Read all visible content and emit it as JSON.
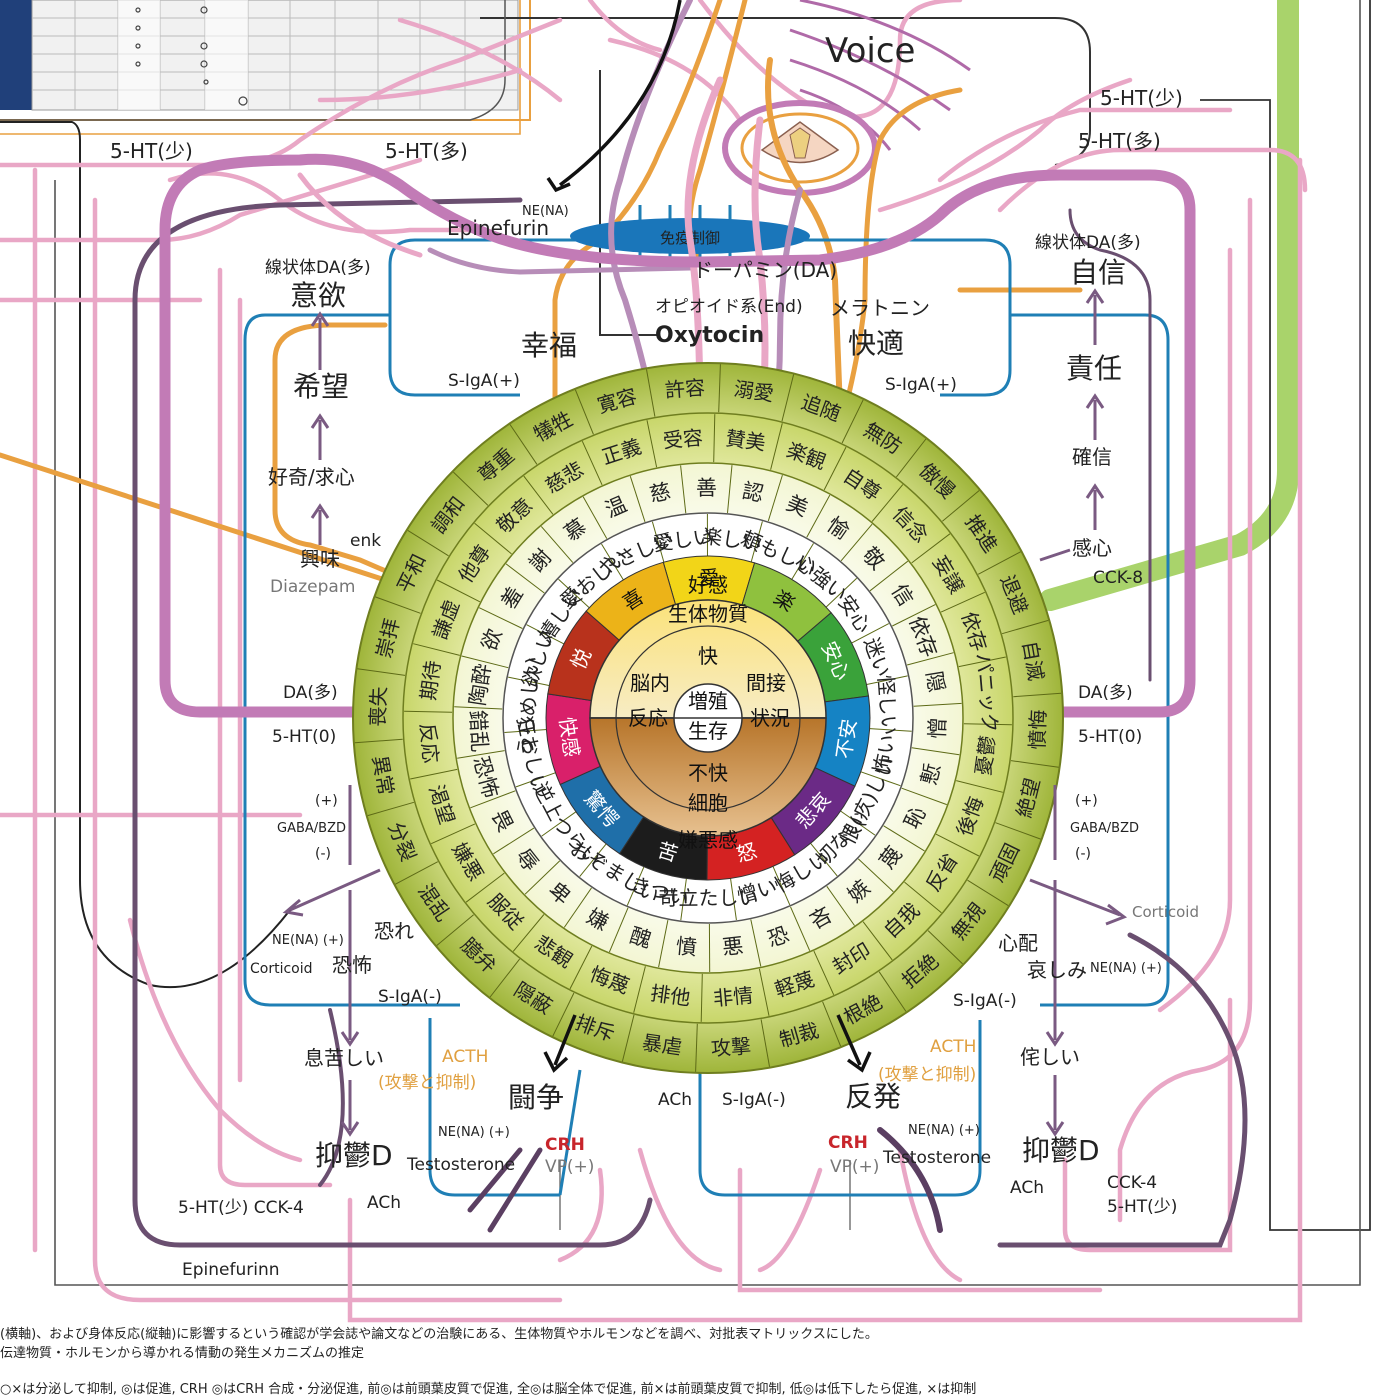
{
  "colors": {
    "pink": "#e9a7c6",
    "violet": "#b78db8",
    "magenta_thick": "#c27bb6",
    "orange": "#e9a040",
    "blue": "#1f7fb5",
    "olive": "#a8bd3a",
    "green_band": "#a9d36b",
    "dark_line": "#333333",
    "red": "#c8252b"
  },
  "labels": {
    "voice": "Voice",
    "ht_low_top": "5-HT(少)",
    "ht_high_top": "5-HT(多)",
    "ht_low_right": "5-HT(少)",
    "ht_high_right": "5-HT(多)",
    "ne_na_top": "NE(NA)",
    "epinefurin": "Epinefurin",
    "immune": "免疫制御",
    "dopamine": "ドーパミン(DA)",
    "opioid": "オピオイド系(End)",
    "melatonin": "メラトニン",
    "oxytocin": "Oxytocin",
    "striatal_da_left": "線状体DA(多)",
    "striatal_da_right": "線状体DA(多)",
    "iyoku": "意欲",
    "jishin": "自信",
    "kofuku": "幸福",
    "kaiteki": "快適",
    "sigA_plus_left": "S-IgA(+)",
    "sigA_plus_right": "S-IgA(+)",
    "kibou": "希望",
    "sekinin": "責任",
    "kakushin": "確信",
    "koukishin": "好奇/求心",
    "kanshin": "感心",
    "cck8": "CCK-8",
    "enk": "enk",
    "kyoumi": "興味",
    "diazepam": "Diazepam",
    "da_high_left": "DA(多)",
    "da_high_right": "DA(多)",
    "ht0_left": "5-HT(0)",
    "ht0_right": "5-HT(0)",
    "plus_left": "(+)",
    "gaba_left": "GABA/BZD",
    "minus_left": "(-)",
    "plus_right": "(+)",
    "gaba_right": "GABA/BZD",
    "minus_right": "(-)",
    "corticoid_right": "Corticoid",
    "ne_na_left": "NE(NA) (+)",
    "osore": "恐れ",
    "corticoid_left": "Corticoid",
    "kyoufu": "恐怖",
    "shinpai": "心配",
    "kanashimi": "哀しみ",
    "ne_na_right": "NE(NA) (+)",
    "sigA_minus_left": "S-IgA(-)",
    "sigA_minus_right": "S-IgA(-)",
    "ikigurushii": "息苦しい",
    "wabishii": "侘しい",
    "acth_left": "ACTH",
    "acth_left_sub": "(攻撃と抑制)",
    "acth_right": "ACTH",
    "acth_right_sub": "(攻撃と抑制)",
    "tousou": "闘争",
    "hanpatsu": "反発",
    "ach_center": "ACh",
    "sigA_minus_center": "S-IgA(-)",
    "ne_na_bottom_left": "NE(NA) (+)",
    "crh_left": "CRH",
    "vp_left": "VP(+)",
    "testosterone_left": "Testosterone",
    "crh_right": "CRH",
    "vp_right": "VP(+)",
    "ne_na_bottom_right": "NE(NA) (+)",
    "testosterone_right": "Testosterone",
    "yokuutsu_left": "抑鬱D",
    "yokuutsu_right": "抑鬱D",
    "ht_low_cck4": "5-HT(少) CCK-4",
    "ach_left": "ACh",
    "ach_right": "ACh",
    "cck4_right": "CCK-4",
    "ht_low_bottom_right": "5-HT(少)",
    "epinefurinn": "Epinefurinn"
  },
  "wheel": {
    "center_top": "増殖",
    "center_bottom": "生存",
    "axis_left": "反応",
    "axis_right": "状況",
    "seg_kai": "快",
    "seg_fukai": "不快",
    "small_seitai": "生体物質",
    "small_nounai": "脳内",
    "small_kansetsu": "間接",
    "small_saibou": "細胞",
    "core": [
      {
        "t": "愛",
        "c": "#f2d518"
      },
      {
        "t": "楽",
        "c": "#8fc13e"
      },
      {
        "t": "安心",
        "c": "#3aa23a"
      },
      {
        "t": "不安",
        "c": "#1583c4"
      },
      {
        "t": "悲哀",
        "c": "#6b2a86"
      },
      {
        "t": "怒",
        "c": "#d42222"
      },
      {
        "t": "苦",
        "c": "#1c1c1c"
      },
      {
        "t": "驚愕",
        "c": "#1f6fa9"
      },
      {
        "t": "快感",
        "c": "#d9206a"
      },
      {
        "t": "悦",
        "c": "#b8321c"
      },
      {
        "t": "喜",
        "c": "#ecb318"
      }
    ],
    "mid": [
      "好感",
      "嫌悪感"
    ],
    "middle_ring": [
      "愛しい",
      "楽しい",
      "頼もしい",
      "心強い",
      "安心",
      "迷い",
      "怪しい",
      "怖い",
      "恨(疚)しい",
      "切ない",
      "悔しい",
      "憎い",
      "苛立たしい",
      "きつい",
      "おぞましい",
      "つらい",
      "逆上",
      "狂おしい",
      "うらめしい",
      "欲しい",
      "嬉しい",
      "愛おしい",
      "やさしい"
    ],
    "inner_ring": [
      "慈",
      "善",
      "認",
      "美",
      "愉",
      "敬",
      "信",
      "依存",
      "隠",
      "憎",
      "慙",
      "恥",
      "蔑",
      "嫉",
      "吝",
      "恐",
      "悪",
      "憤",
      "醜",
      "嫌",
      "卑",
      "辱",
      "畏",
      "恐怖",
      "錯乱",
      "陶酔",
      "欲",
      "羞",
      "謝",
      "慕",
      "温"
    ],
    "outer_ring": [
      "寛容",
      "許容",
      "溺愛",
      "追随",
      "無防",
      "傲慢",
      "推進",
      "退避",
      "自滅",
      "憤悔",
      "絶望",
      "頑固",
      "無視",
      "拒絶",
      "根絶",
      "制裁",
      "攻撃",
      "暴虐",
      "排斥",
      "隠蔽",
      "臆弁",
      "混乱",
      "分裂",
      "異常",
      "喪失",
      "崇拝",
      "平和",
      "調和",
      "尊重",
      "犠牲"
    ],
    "third_ring": [
      "正義",
      "受容",
      "賛美",
      "楽観",
      "自尊",
      "信念",
      "妄譲",
      "依存",
      "パニック",
      "憂鬱",
      "後悔",
      "反省",
      "自我",
      "封印",
      "軽蔑",
      "非情",
      "排他",
      "悔蔑",
      "悲観",
      "服従",
      "嫌悪",
      "渇望",
      "反応",
      "期待",
      "謙虚",
      "他尊",
      "敬意",
      "慈悲"
    ]
  },
  "footer": {
    "line1": "(横軸)、および身体反応(縦軸)に影響するという確認が学会誌や論文などの治験にある、生体物質やホルモンなどを調べ、対批表マトリックスにした。",
    "line2": "伝達物質・ホルモンから導かれる情動の発生メカニズムの推定",
    "line3": "○×は分泌して抑制, ◎は促進, CRH ◎はCRH 合成・分泌促進, 前◎は前頭葉皮質で促進, 全◎は脳全体で促進, 前×は前頭葉皮質で抑制, 低◎は低下したら促進, ×は抑制"
  }
}
